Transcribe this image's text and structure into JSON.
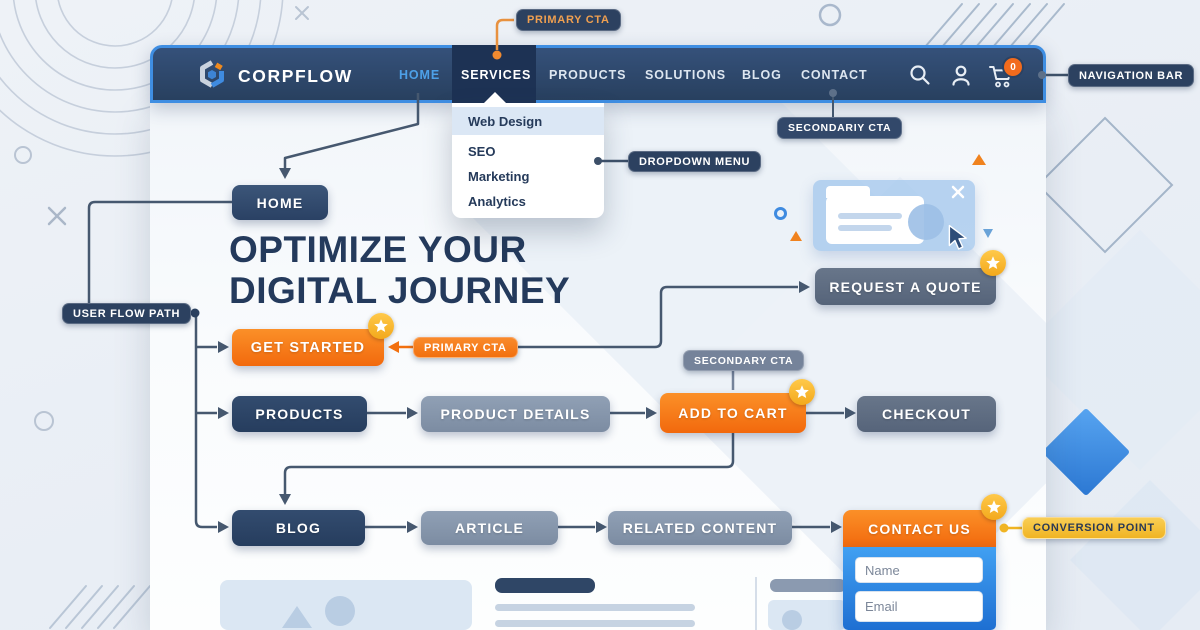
{
  "brand": {
    "name": "CORPFLOW"
  },
  "nav": {
    "items": [
      "HOME",
      "SERVICES",
      "PRODUCTS",
      "SOLUTIONS",
      "BLOG",
      "CONTACT"
    ],
    "active_item": "SERVICES",
    "highlighted_item": "HOME",
    "cart_badge": "0",
    "icons": [
      "search-icon",
      "user-icon",
      "cart-icon"
    ]
  },
  "dropdown": {
    "items": [
      "Web Design",
      "SEO",
      "Marketing",
      "Analytics"
    ],
    "highlighted": "Web Design"
  },
  "headline": {
    "line1": "OPTIMIZE YOUR",
    "line2": "DIGITAL JOURNEY"
  },
  "flow": {
    "home": "HOME",
    "get_started": "GET STARTED",
    "request_quote": "REQUEST A QUOTE",
    "products": "PRODUCTS",
    "product_details": "PRODUCT DETAILS",
    "add_to_cart": "ADD TO CART",
    "checkout": "CHECKOUT",
    "blog": "BLOG",
    "article": "ARTICLE",
    "related_content": "RELATED CONTENT",
    "contact_us": "CONTACT US"
  },
  "form": {
    "fields": [
      "Name",
      "Email"
    ]
  },
  "callouts": {
    "primary_cta_top": "PRIMARY CTA",
    "navigation_bar": "NAVIGATION BAR",
    "secondary_cta_top": "SECONDARIY CTA",
    "dropdown_menu": "DROPDOWN MENU",
    "user_flow_path": "USER FLOW PATH",
    "primary_cta_mid": "PRIMARY CTA",
    "secondary_cta_mid": "SECONDARY CTA",
    "conversion_point": "CONVERSION POINT"
  },
  "colors": {
    "accent_orange": "#f2700f",
    "navy": "#2c4160",
    "border_blue": "#3f8ee2",
    "gold": "#f0b423",
    "slate": "#5f6d80"
  }
}
